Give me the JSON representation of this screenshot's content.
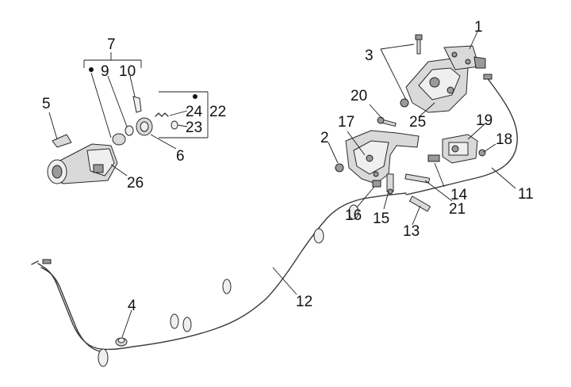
{
  "diagram": {
    "callouts": [
      {
        "id": "c1",
        "label": "1"
      },
      {
        "id": "c2",
        "label": "2"
      },
      {
        "id": "c3",
        "label": "3"
      },
      {
        "id": "c4",
        "label": "4"
      },
      {
        "id": "c5",
        "label": "5"
      },
      {
        "id": "c6",
        "label": "6"
      },
      {
        "id": "c7",
        "label": "7"
      },
      {
        "id": "c9",
        "label": "9"
      },
      {
        "id": "c10",
        "label": "10"
      },
      {
        "id": "c11",
        "label": "11"
      },
      {
        "id": "c12",
        "label": "12"
      },
      {
        "id": "c13",
        "label": "13"
      },
      {
        "id": "c14",
        "label": "14"
      },
      {
        "id": "c15",
        "label": "15"
      },
      {
        "id": "c16",
        "label": "16"
      },
      {
        "id": "c17",
        "label": "17"
      },
      {
        "id": "c18",
        "label": "18"
      },
      {
        "id": "c19",
        "label": "19"
      },
      {
        "id": "c20",
        "label": "20"
      },
      {
        "id": "c21",
        "label": "21"
      },
      {
        "id": "c22",
        "label": "22"
      },
      {
        "id": "c23",
        "label": "23"
      },
      {
        "id": "c24",
        "label": "24"
      },
      {
        "id": "c25",
        "label": "25"
      },
      {
        "id": "c26",
        "label": "26"
      }
    ]
  }
}
